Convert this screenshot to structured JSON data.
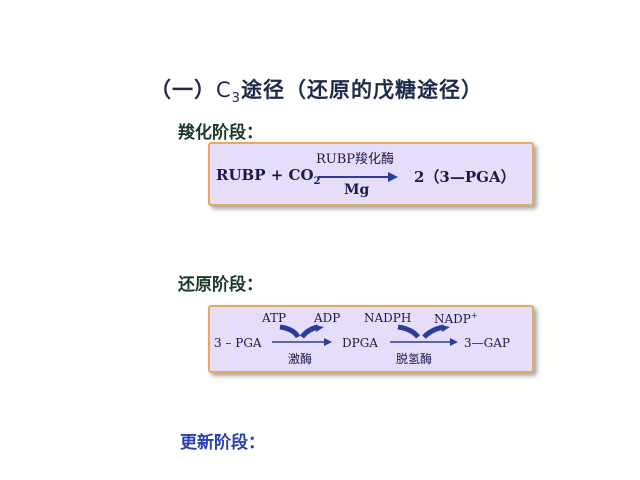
{
  "title": {
    "open": "（一）",
    "c3_letter": "C",
    "c3_sub": "3",
    "rest": "途径（还原的戊糖途径）"
  },
  "carboxylation": {
    "heading": "羧化阶段：",
    "reactant": "RUBP + CO",
    "reactant_sub": "2",
    "enzyme": "RUBP羧化酶",
    "cofactor": "Mg",
    "product": "2（3—PGA）"
  },
  "reduction": {
    "heading": "还原阶段：",
    "atp": "ATP",
    "adp": "ADP",
    "nadph": "NADPH",
    "nadp": "NADP",
    "nadp_sup": "+",
    "substrate": "3 – PGA",
    "kinase": "激酶",
    "intermediate": "DPGA",
    "dehydrogenase": "脱氢酶",
    "product": "3—GAP"
  },
  "regeneration": {
    "heading": "更新阶段："
  },
  "colors": {
    "box_fill": "#e6ddfa",
    "box_border": "#e7a85f",
    "arrow": "#2b3d9a",
    "heading_blue": "#2a3fb0"
  }
}
